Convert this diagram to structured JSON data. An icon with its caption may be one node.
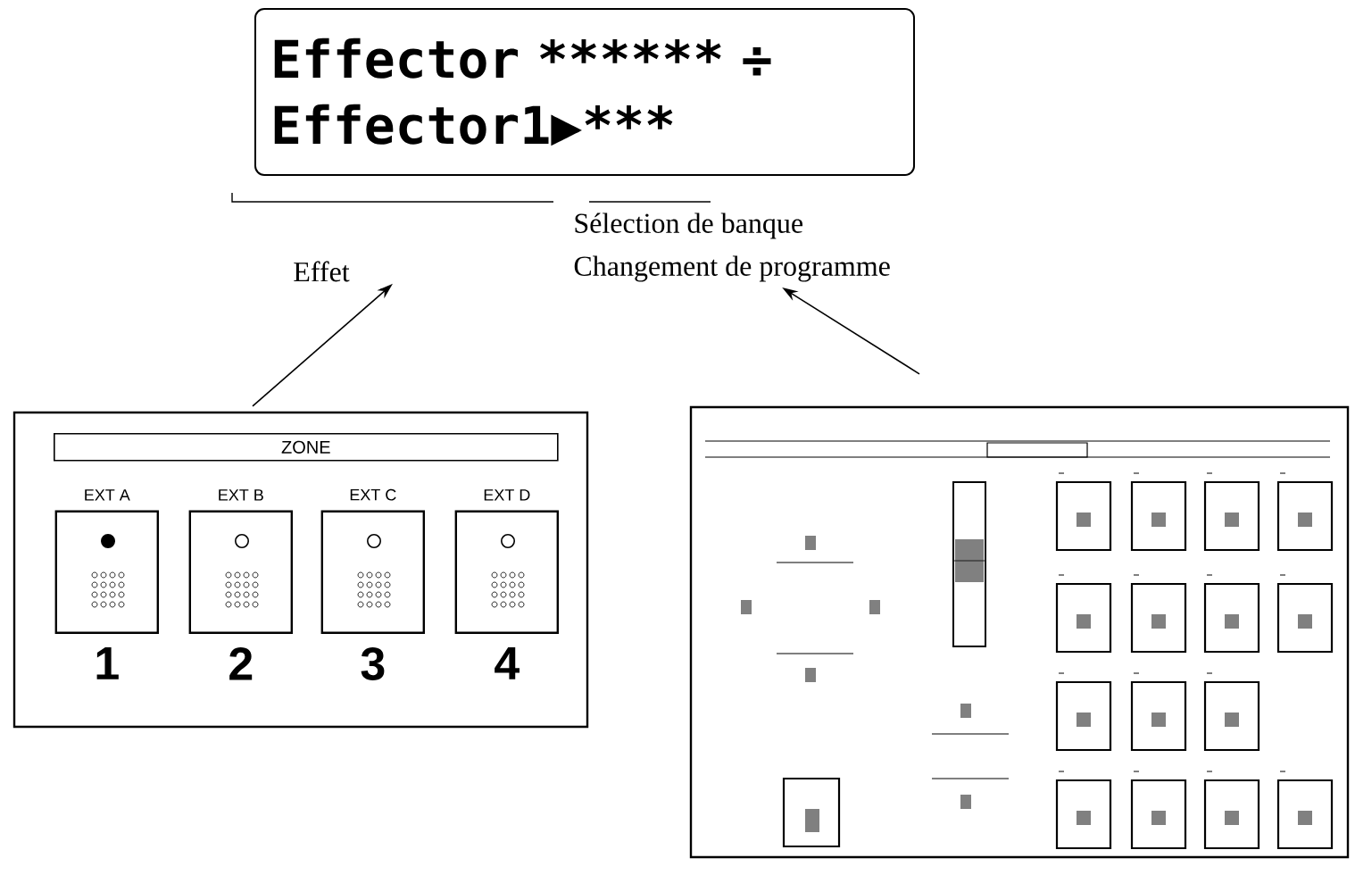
{
  "diagram": {
    "nodes": [
      {
        "text": [
          "Effector ***",
          "*** ÷",
          "Effector1▶***"
        ]
      },
      {
        "text": [
          "Effet"
        ]
      },
      {
        "text": [
          "Sélection de banque",
          "Changement de programme"
        ]
      },
      {
        "text": [],
        "shape": "box"
      },
      {
        "text": [
          "ZONE"
        ],
        "in": 3
      },
      {
        "text": [
          "EXT A"
        ],
        "beside": [
          "1"
        ],
        "in": 3
      },
      {
        "text": [
          "EXT B"
        ],
        "beside": [
          "2"
        ],
        "in": 3
      },
      {
        "text": [
          "EXT C"
        ],
        "beside": [
          "3"
        ],
        "in": 3
      },
      {
        "text": [
          "EXT D"
        ],
        "beside": [
          "4"
        ],
        "in": 3
      },
      {
        "text": [],
        "shape": "box"
      }
    ],
    "edges": [
      {
        "from": 3,
        "to": 1,
        "arrow": "to"
      },
      {
        "from": 9,
        "to": 2,
        "arrow": "to"
      }
    ]
  }
}
